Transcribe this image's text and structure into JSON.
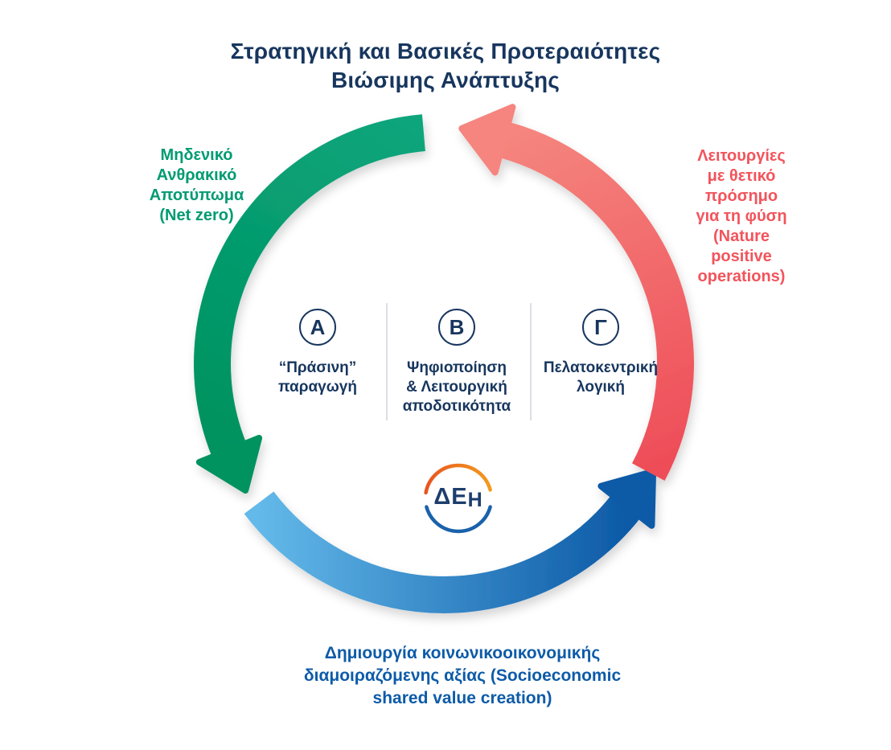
{
  "title": {
    "lines": [
      "Στρατηγική και Βασικές Προτεραιότητες",
      "Βιώσιμης Ανάπτυξης"
    ]
  },
  "outer_labels": {
    "net_zero": {
      "lines": [
        "Μηδενικό",
        "Ανθρακικό",
        "Αποτύπωμα",
        "(Net zero)"
      ],
      "color": "#009b72"
    },
    "nature_positive": {
      "lines": [
        "Λειτουργίες",
        "με θετικό",
        "πρόσημο",
        "για τη φύση",
        "(Nature",
        "positive",
        "operations)"
      ],
      "color": "#f2545c"
    },
    "shared_value": {
      "lines": [
        "Δημιουργία κοινωνικοοικονομικής",
        "διαμοιραζόμενης αξίας (Socioeconomic",
        "shared value creation)"
      ],
      "color": "#0d5ba8"
    }
  },
  "pillars": [
    {
      "letter": "Α",
      "label_lines": [
        "“Πράσινη”",
        "παραγωγή",
        ""
      ]
    },
    {
      "letter": "Β",
      "label_lines": [
        "Ψηφιοποίηση",
        "& Λειτουργική",
        "αποδοτικότητα"
      ]
    },
    {
      "letter": "Γ",
      "label_lines": [
        "Πελατοκεντρική",
        "λογική",
        ""
      ]
    }
  ],
  "logo": {
    "letters": [
      "Δ",
      "Ε",
      "Η"
    ]
  },
  "colors": {
    "navy": "#17365e",
    "arc_green_tail": "#0ba57c",
    "arc_green_head": "#00925f",
    "arc_red_head": "#f5857e",
    "arc_red_tail": "#ee4d58",
    "arc_blue_tail": "#63b9e9",
    "arc_blue_head": "#0d5aa7",
    "logo_orange_start": "#e8541f",
    "logo_orange_end": "#f49a1e",
    "logo_blue": "#1a62ab",
    "logo_text": "#1d3e6d",
    "divider_gray": "#dcdfe4"
  }
}
